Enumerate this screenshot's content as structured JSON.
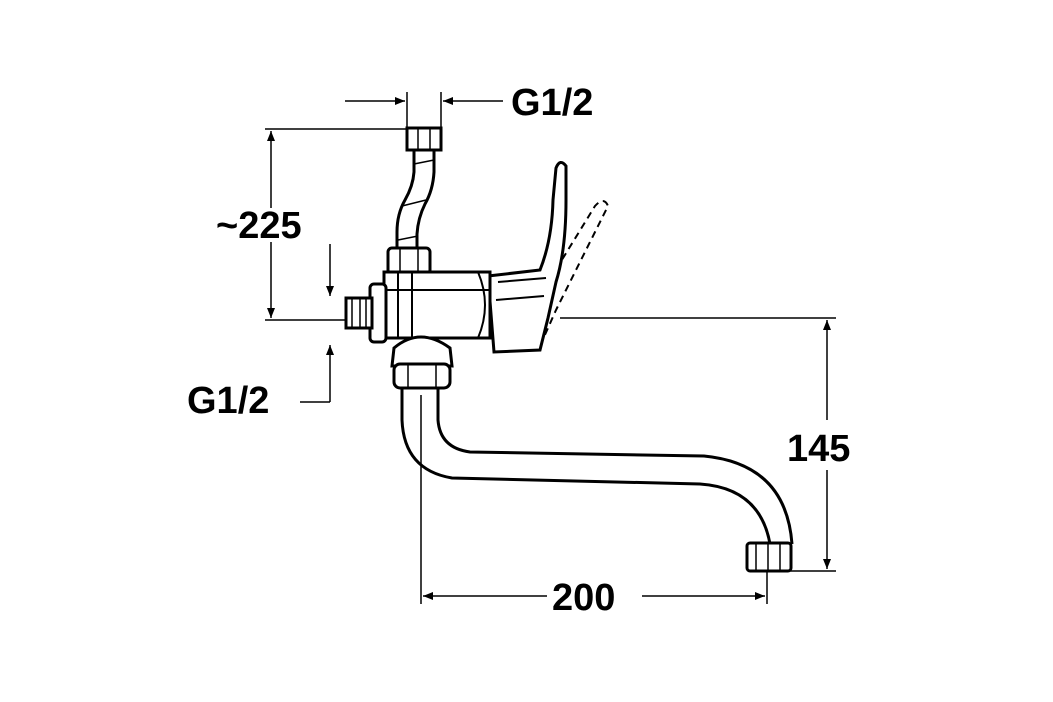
{
  "dimensions": {
    "top_thread": "G1/2",
    "side_thread": "G1/2",
    "height_approx": "~225",
    "spout_height": "145",
    "spout_reach": "200"
  }
}
